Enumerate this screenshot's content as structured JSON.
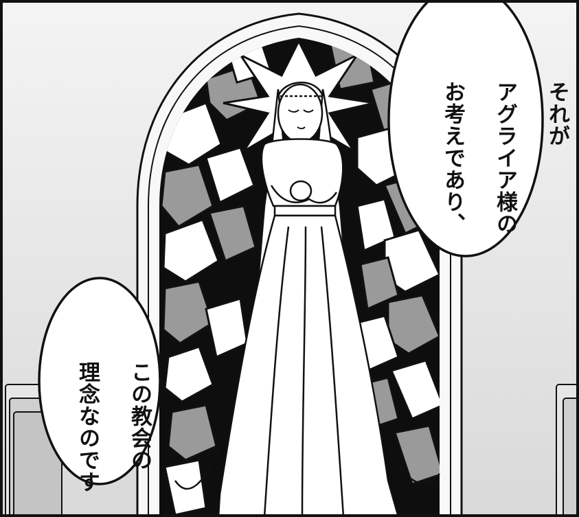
{
  "panel": {
    "background": "#ffffff",
    "border_color": "#111111",
    "stained_glass_colors": {
      "dark": "#0e0e0e",
      "light": "#ffffff",
      "gray": "#9a9a9a"
    }
  },
  "speech_bubbles": [
    {
      "name": "speech-bubble-upper-right",
      "lines": [
        "それが",
        "アグライア様の",
        "お考えであり、"
      ]
    },
    {
      "name": "speech-bubble-lower-left",
      "lines": [
        "この教会の",
        "理念なのです"
      ]
    }
  ]
}
